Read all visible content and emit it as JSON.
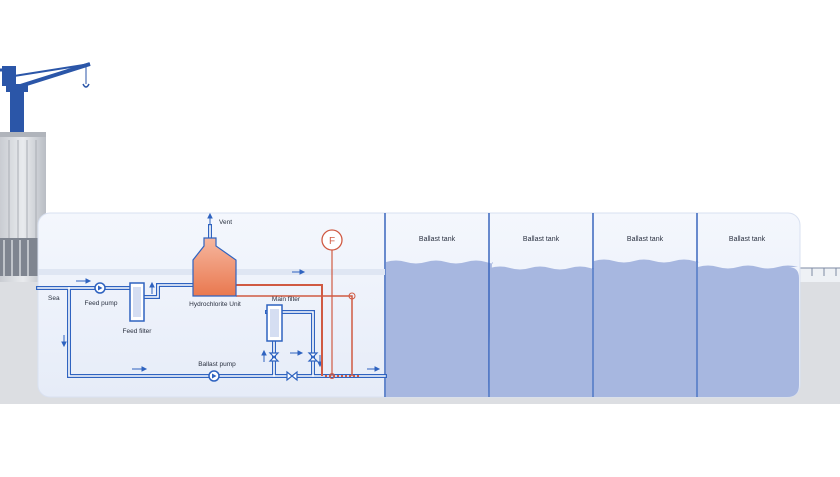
{
  "labels": {
    "sea": "Sea",
    "feed_pump": "Feed pump",
    "feed_filter": "Feed filter",
    "hydrochlorite_unit": "Hydrochlorite Unit",
    "vent": "Vent",
    "main_filter": "Main filter",
    "ballast_pump": "Ballast pump",
    "flow_sensor": "F"
  },
  "tanks": [
    {
      "label": "Ballast tank"
    },
    {
      "label": "Ballast tank"
    },
    {
      "label": "Ballast tank"
    },
    {
      "label": "Ballast tank"
    }
  ],
  "colors": {
    "pipe_water": "#2f63c0",
    "pipe_treated": "#d05a43",
    "tank_water": "#a7b7e0",
    "unit_fill": "#ee8f70",
    "hull_panel": "#edf2fb",
    "ground": "#dcdee2",
    "crane": "#2b56a8",
    "text": "#2a3140"
  }
}
